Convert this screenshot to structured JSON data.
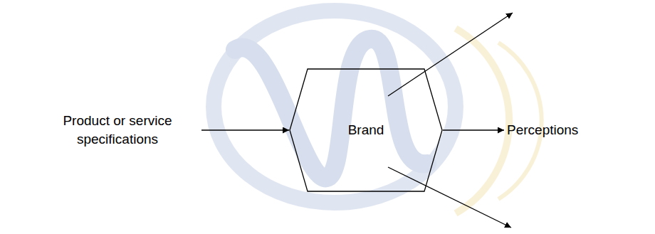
{
  "diagram": {
    "nodes": [
      {
        "text": [
          "Product or service specifications"
        ]
      },
      {
        "text": [
          "Brand"
        ]
      },
      {
        "text": [
          "Perceptions"
        ]
      }
    ],
    "edges": [
      {
        "from": 0,
        "to": 1,
        "arrow": "to"
      },
      {
        "from": 1,
        "to": 2,
        "arrow": "to"
      }
    ]
  }
}
